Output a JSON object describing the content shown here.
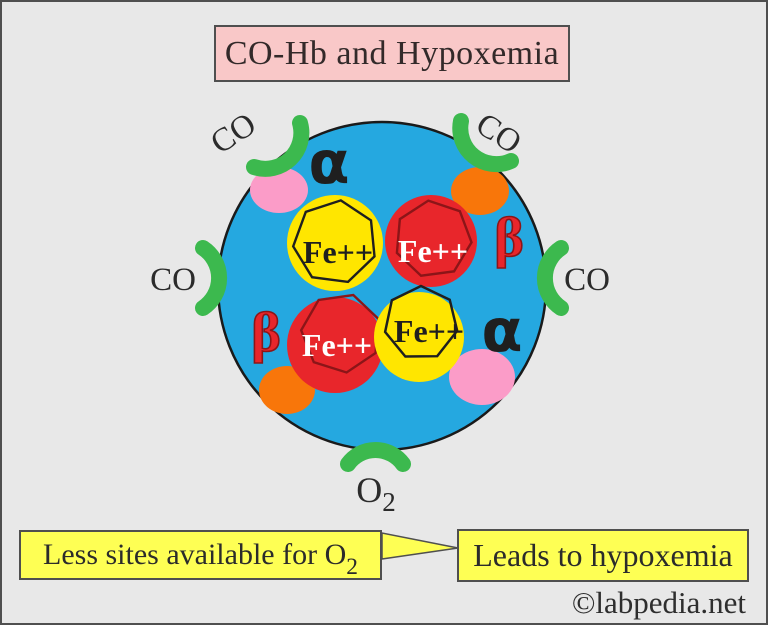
{
  "title": "CO-Hb and Hypoxemia",
  "molecule": {
    "subunits": [
      {
        "position": "top-left",
        "label": "α"
      },
      {
        "position": "top-right",
        "label": "β"
      },
      {
        "position": "bottom-left",
        "label": "β"
      },
      {
        "position": "bottom-right",
        "label": "α"
      }
    ],
    "heme_sites": [
      {
        "position": "top-left",
        "label": "Fe++"
      },
      {
        "position": "top-right",
        "label": "Fe++"
      },
      {
        "position": "bottom-left",
        "label": "Fe++"
      },
      {
        "position": "bottom-right",
        "label": "Fe++"
      }
    ],
    "co_labels": [
      {
        "position": "top-left",
        "label": "CO"
      },
      {
        "position": "top-right",
        "label": "CO"
      },
      {
        "position": "left",
        "label": "CO"
      },
      {
        "position": "right",
        "label": "CO"
      }
    ],
    "o2": {
      "symbol": "O",
      "subscript": "2"
    }
  },
  "callouts": {
    "left": {
      "text": "Less sites available for O",
      "subscript": "2"
    },
    "right": {
      "text": "Leads to hypoxemia"
    }
  },
  "watermark": "©labpedia.net",
  "colors": {
    "cell_blue": "#25a8e0",
    "heme_yellow": "#ffe600",
    "heme_red": "#e8262b",
    "site_pink": "#fb9cc8",
    "site_orange": "#f8760a",
    "co_green": "#3cb94e",
    "title_pink": "#f9c8c8",
    "callout_yellow": "#feff54"
  }
}
